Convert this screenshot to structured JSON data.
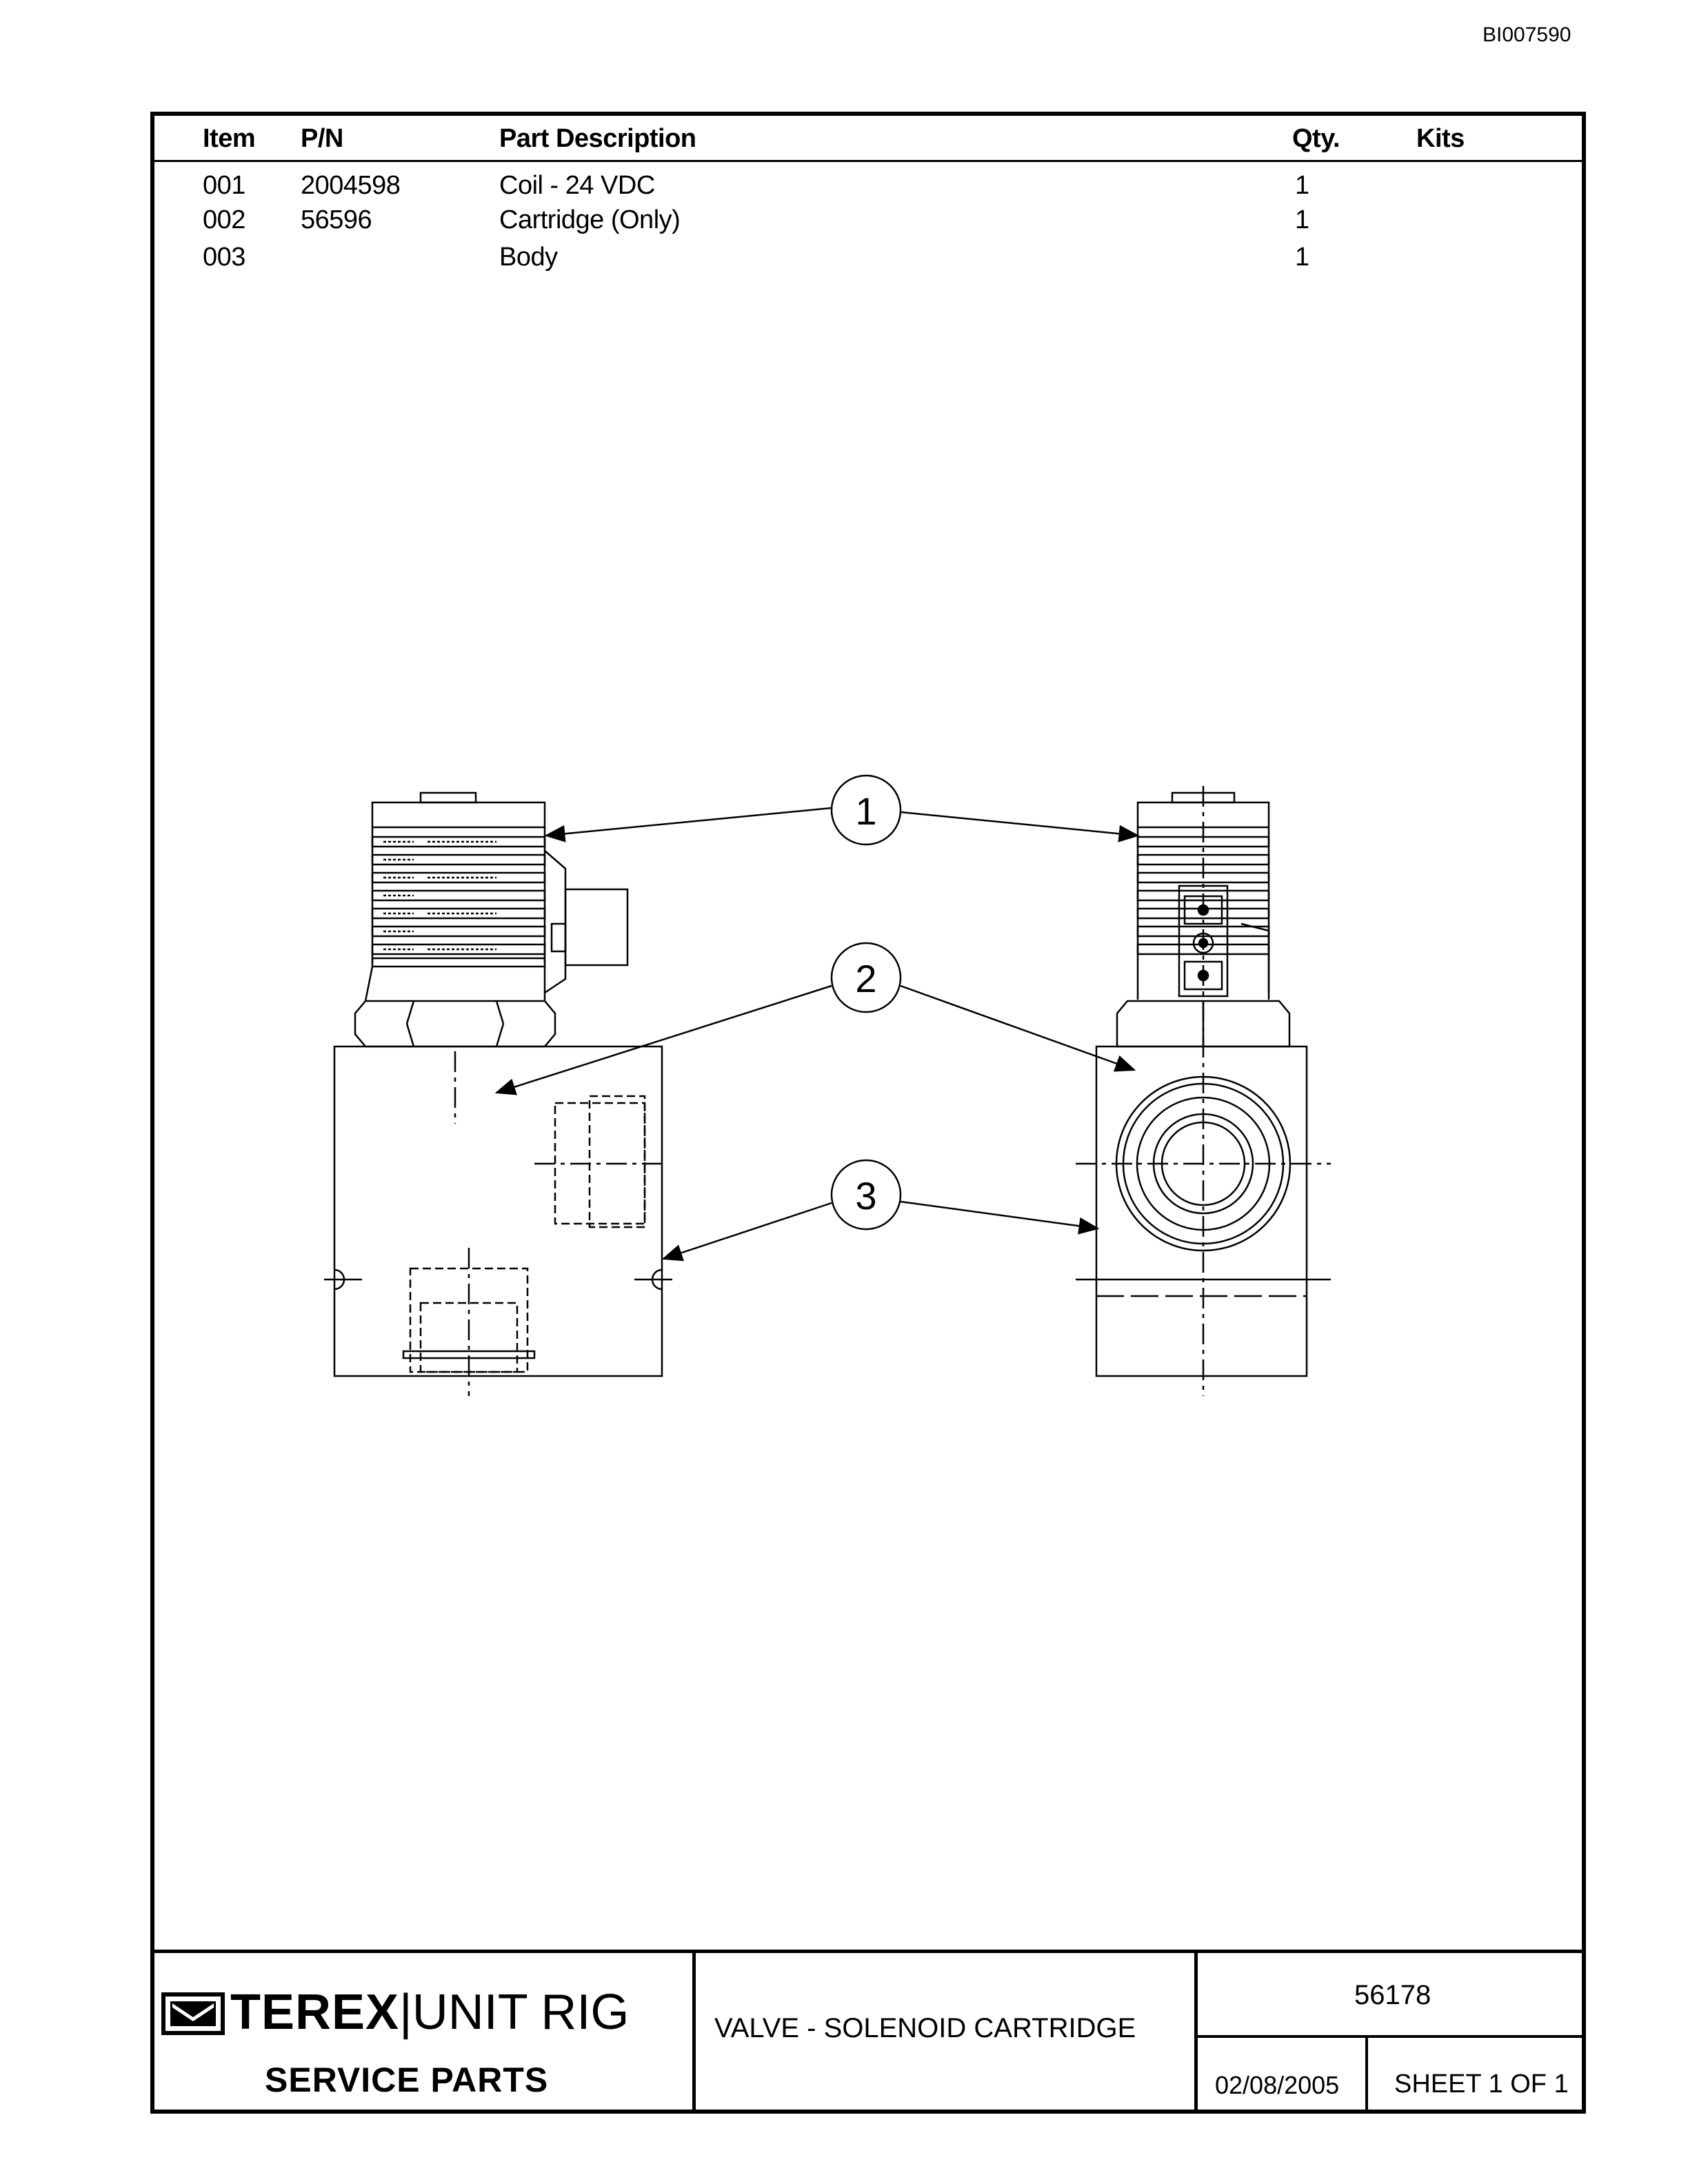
{
  "document_id": "BI007590",
  "parts_table": {
    "headers": {
      "item": "Item",
      "pn": "P/N",
      "description": "Part Description",
      "qty": "Qty.",
      "kits": "Kits"
    },
    "rows": [
      {
        "item": "001",
        "pn": "2004598",
        "description": "Coil - 24 VDC",
        "qty": "1",
        "kits": ""
      },
      {
        "item": "002",
        "pn": "56596",
        "description": "Cartridge (Only)",
        "qty": "1",
        "kits": ""
      },
      {
        "item": "003",
        "pn": "",
        "description": "Body",
        "qty": "1",
        "kits": ""
      }
    ]
  },
  "callouts": [
    "1",
    "2",
    "3"
  ],
  "title_block": {
    "brand": "TEREX",
    "brand_suffix": "UNIT RIG",
    "subtitle": "SERVICE PARTS",
    "title": "VALVE - SOLENOID CARTRIDGE",
    "part_number": "56178",
    "date": "02/08/2005",
    "sheet": "SHEET 1 OF 1"
  }
}
